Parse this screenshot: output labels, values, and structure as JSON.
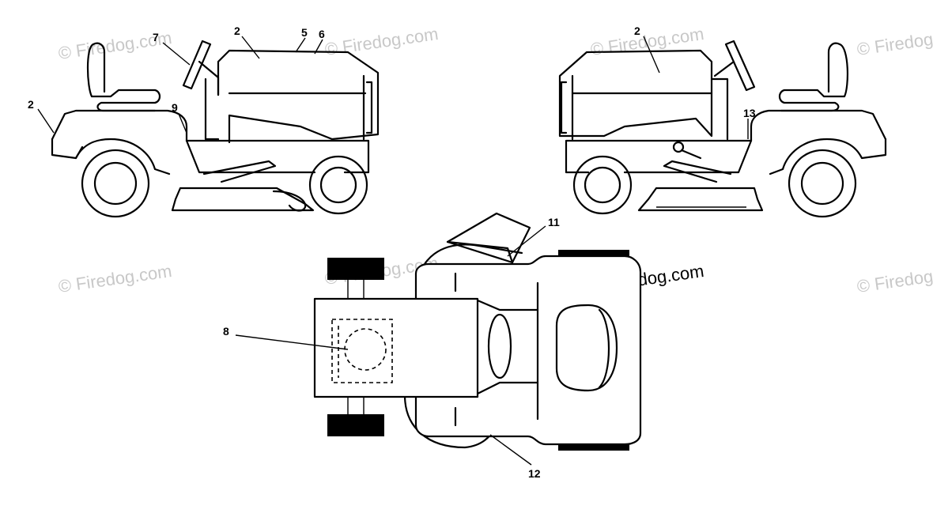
{
  "watermark": {
    "text": "© Firedog.com"
  },
  "callouts": {
    "left_front_2": "2",
    "left_seat_7": "7",
    "left_hood_2": "2",
    "left_hood_5": "5",
    "left_hood_6": "6",
    "left_footrest_9": "9",
    "right_hood_2": "2",
    "right_footrest_13": "13",
    "top_chute_11": "11",
    "top_deck_8": "8",
    "top_deck_12": "12"
  }
}
